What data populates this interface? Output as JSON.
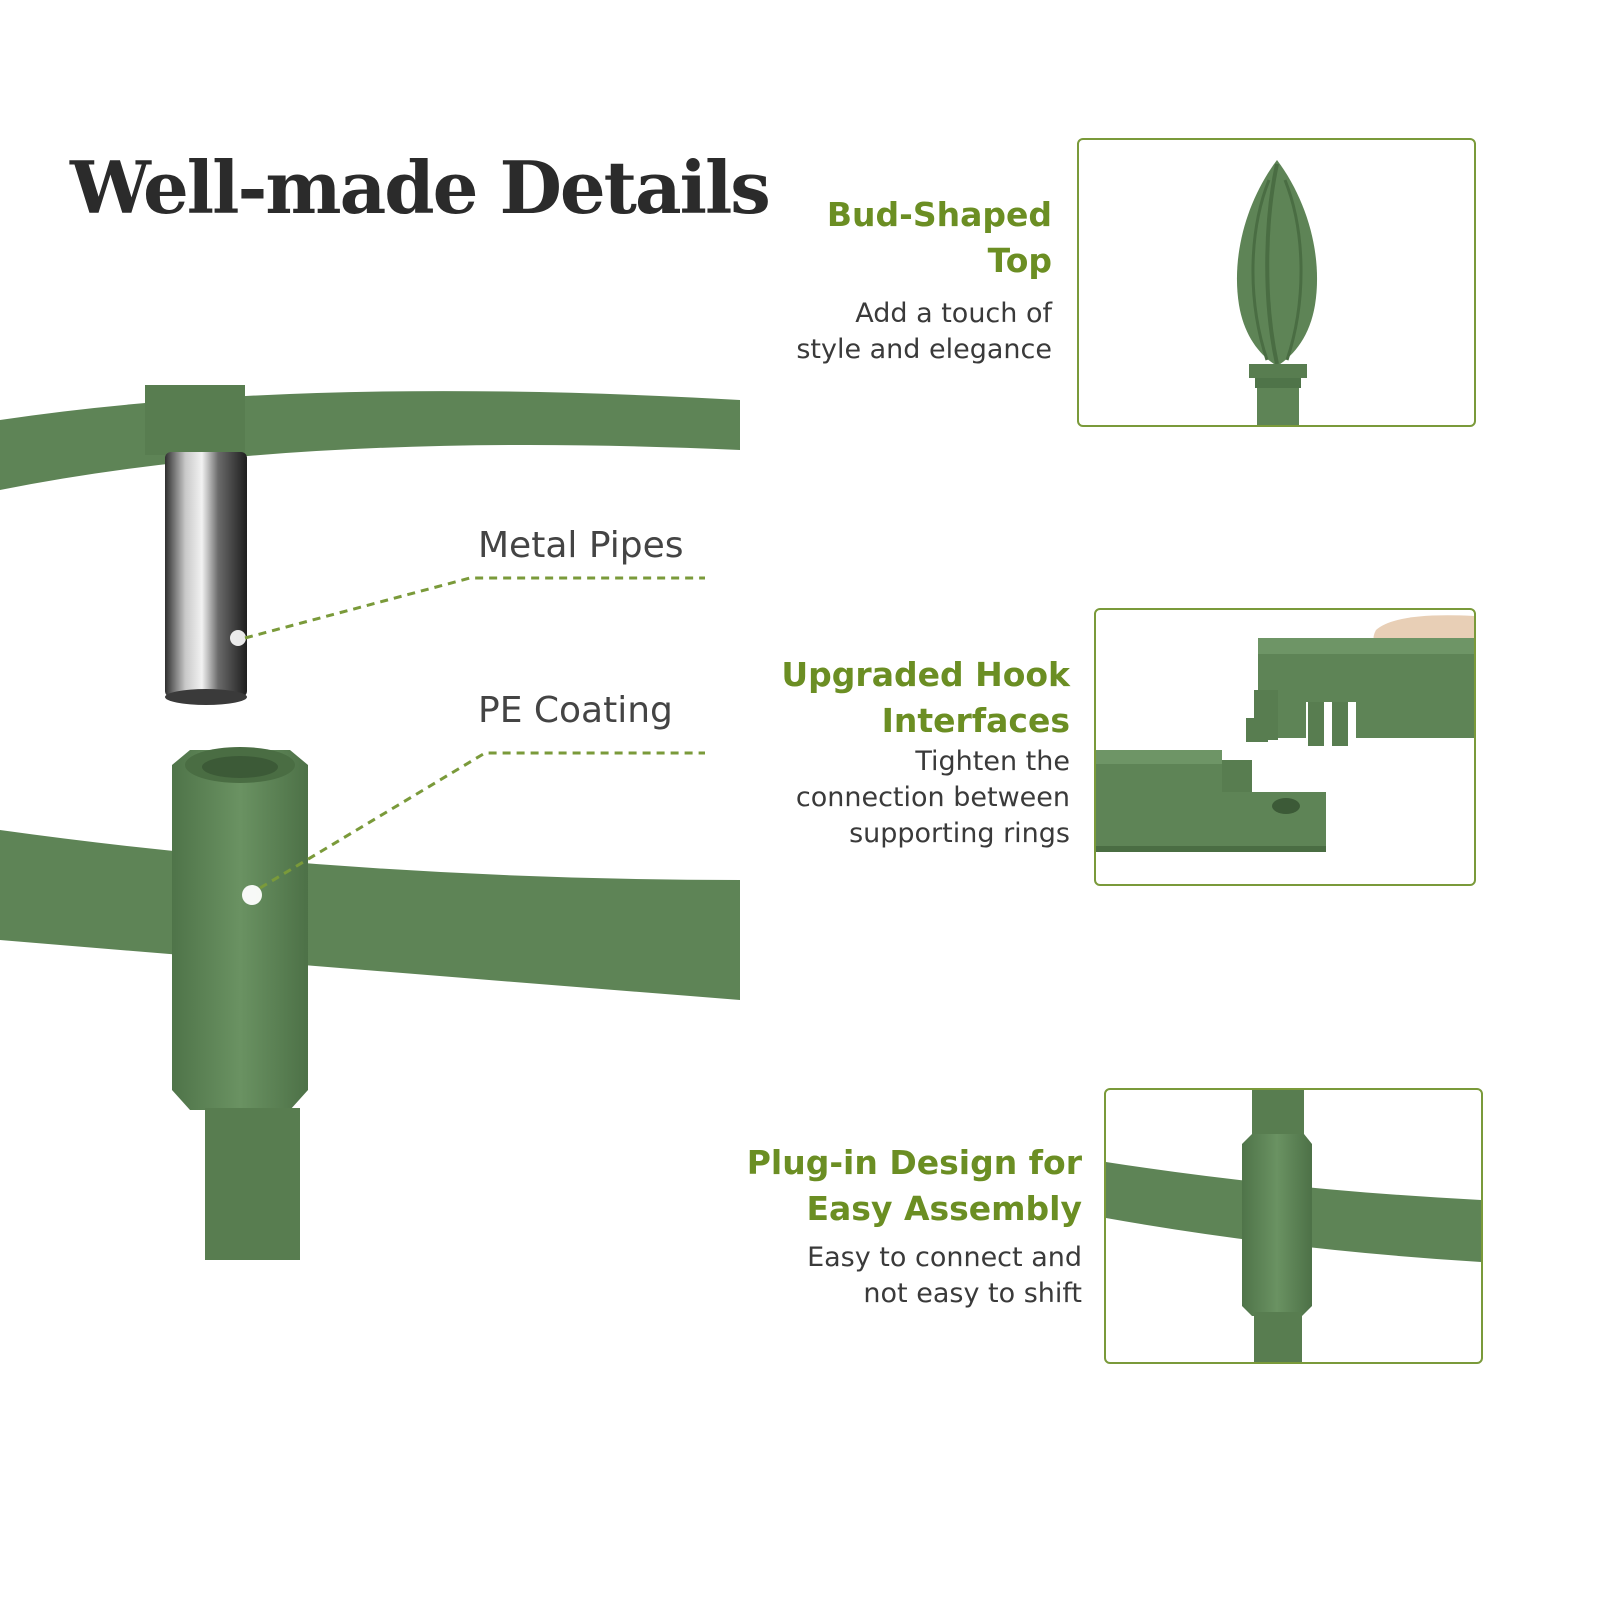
{
  "headline": "Well-made Details",
  "colors": {
    "accent": "#6b8e23",
    "panel_border": "#7a9a3a",
    "product_green": "#5e8456",
    "text_dark": "#2b2b2b"
  },
  "callouts": {
    "metal_pipes": "Metal Pipes",
    "pe_coating": "PE Coating"
  },
  "features": [
    {
      "title_line1": "Bud-Shaped",
      "title_line2": "Top",
      "desc_line1": "Add a touch of",
      "desc_line2": "style and elegance",
      "desc_line3": ""
    },
    {
      "title_line1": "Upgraded Hook",
      "title_line2": "Interfaces",
      "desc_line1": "Tighten the",
      "desc_line2": "connection between",
      "desc_line3": "supporting rings"
    },
    {
      "title_line1": "Plug-in Design for",
      "title_line2": "Easy Assembly",
      "desc_line1": "Easy to connect and",
      "desc_line2": "not easy to shift",
      "desc_line3": ""
    }
  ]
}
